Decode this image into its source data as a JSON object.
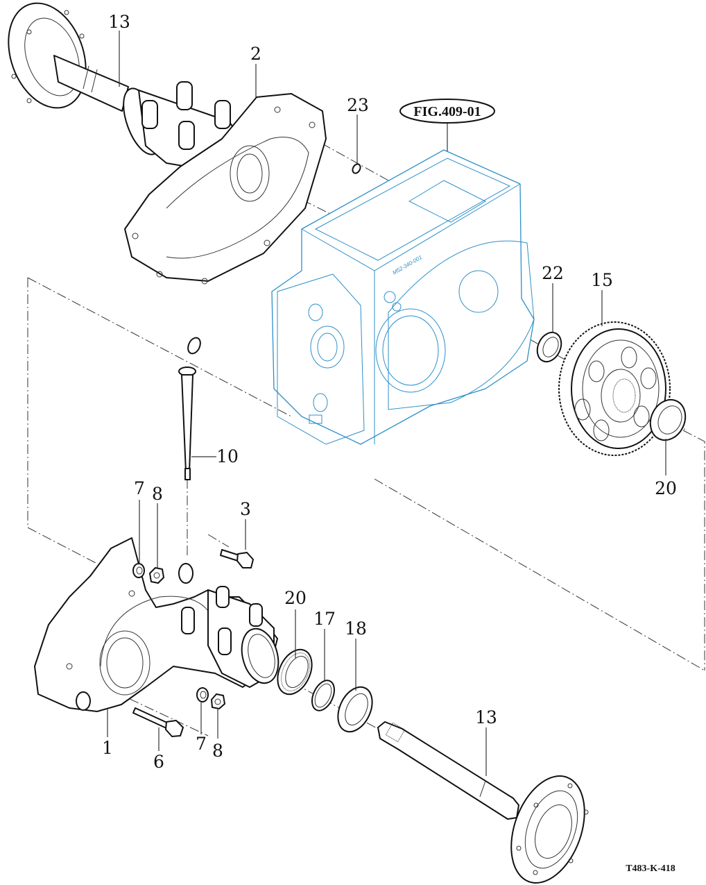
{
  "figure": {
    "reference_label": "FIG.409-01",
    "drawing_number": "T483-K-418",
    "housing_casting_mark": "M52-340-001"
  },
  "colors": {
    "line": "#111111",
    "reference_part": "#2b8fc9",
    "background": "#ffffff"
  },
  "callouts": [
    {
      "id": "c13a",
      "number": "13",
      "part": "axle-shaft-upper"
    },
    {
      "id": "c2",
      "number": "2",
      "part": "right-axle-housing"
    },
    {
      "id": "c23",
      "number": "23",
      "part": "o-ring"
    },
    {
      "id": "c22",
      "number": "22",
      "part": "seal-22"
    },
    {
      "id": "c15",
      "number": "15",
      "part": "final-drive-gear"
    },
    {
      "id": "c20a",
      "number": "20",
      "part": "bearing-right"
    },
    {
      "id": "c10",
      "number": "10",
      "part": "dipstick"
    },
    {
      "id": "c7a",
      "number": "7",
      "part": "washer-upper"
    },
    {
      "id": "c8a",
      "number": "8",
      "part": "nut-upper"
    },
    {
      "id": "c3",
      "number": "3",
      "part": "bolt-3"
    },
    {
      "id": "c20b",
      "number": "20",
      "part": "bearing-lower"
    },
    {
      "id": "c17",
      "number": "17",
      "part": "ring-17"
    },
    {
      "id": "c18",
      "number": "18",
      "part": "seal-18"
    },
    {
      "id": "c13b",
      "number": "13",
      "part": "axle-shaft-lower"
    },
    {
      "id": "c1",
      "number": "1",
      "part": "left-axle-housing"
    },
    {
      "id": "c6",
      "number": "6",
      "part": "bolt-6"
    },
    {
      "id": "c7b",
      "number": "7",
      "part": "washer-lower"
    },
    {
      "id": "c8b",
      "number": "8",
      "part": "nut-lower"
    }
  ]
}
